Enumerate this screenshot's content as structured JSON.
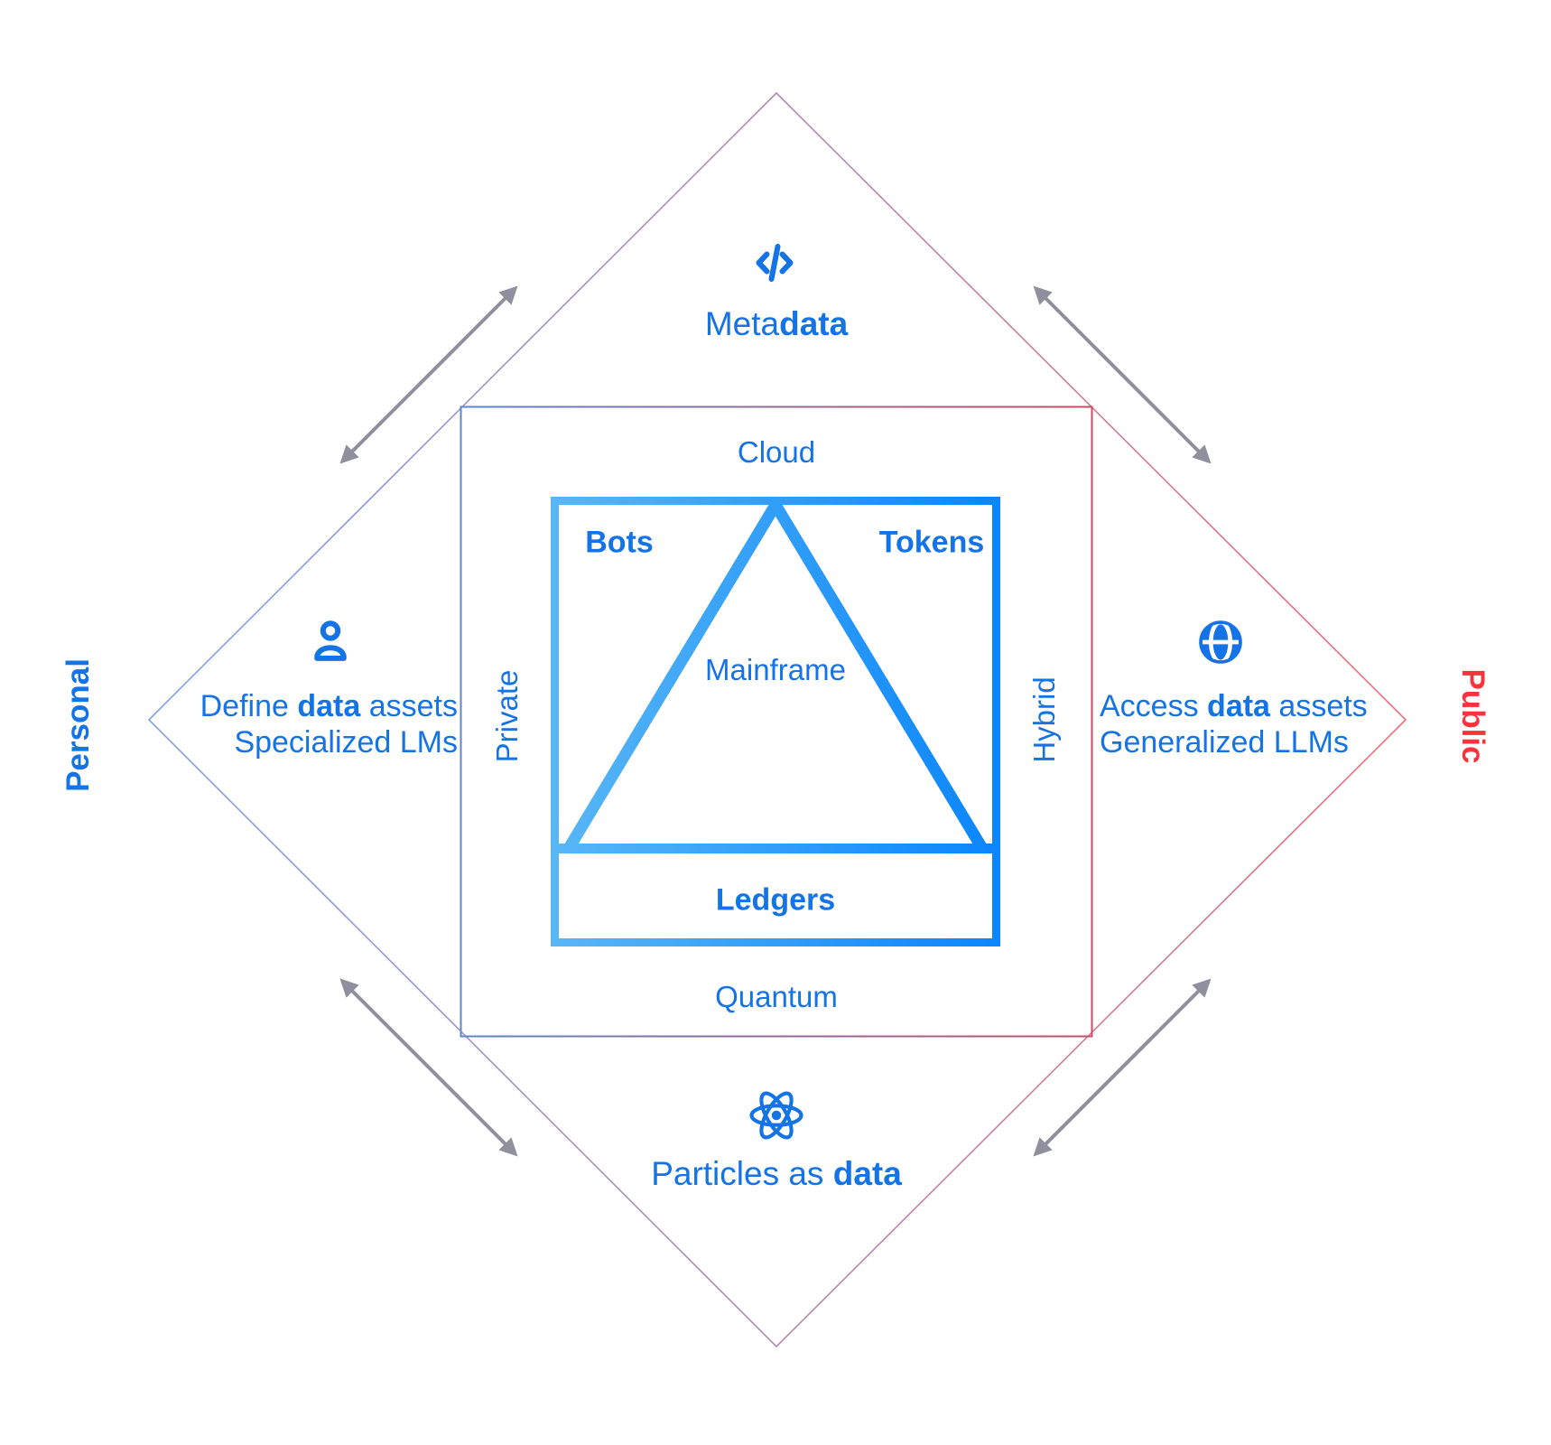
{
  "axes": {
    "top": {
      "label_regular": "Meta",
      "label_bold": "data"
    },
    "bottom": {
      "label_regular": "Particles as ",
      "label_bold": "data"
    },
    "left": {
      "label": "Personal"
    },
    "right": {
      "label": "Public"
    }
  },
  "middle_square": {
    "top": "Cloud",
    "left": "Private",
    "right": "Hybrid",
    "bottom": "Quantum"
  },
  "core": {
    "top_left": "Bots",
    "top_right": "Tokens",
    "center": "Mainframe",
    "bottom": "Ledgers"
  },
  "left_callout": {
    "line1_pre": "Define ",
    "line1_bold": "data",
    "line1_post": " assets",
    "line2": "Specialized LMs"
  },
  "right_callout": {
    "line1_pre": "Access ",
    "line1_bold": "data",
    "line1_post": " assets",
    "line2": "Generalized LLMs"
  },
  "icons": {
    "top": "code-icon",
    "bottom": "atom-icon",
    "left": "person-icon",
    "right": "globe-icon"
  },
  "colors": {
    "text_blue": "#1473E6",
    "text_red": "#F8333C",
    "arrow_gray": "#8F8F9E",
    "diamond_blue": "#7FA3E3",
    "diamond_red": "#E8707C",
    "square_blue": "#5E86C9",
    "square_red": "#C64F66",
    "core_blue_light": "#59B7F5",
    "core_blue_dark": "#0A85FC"
  }
}
